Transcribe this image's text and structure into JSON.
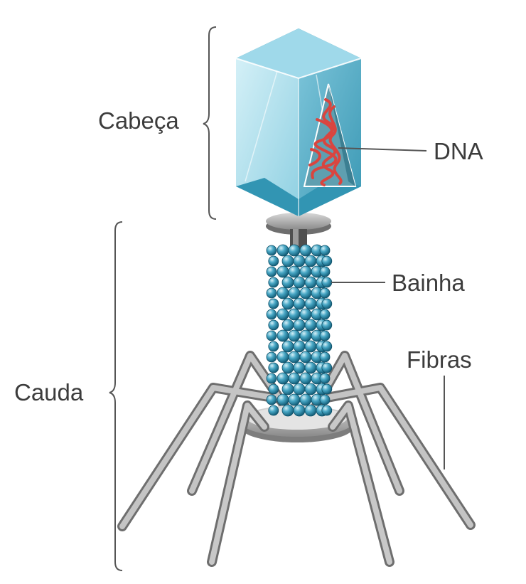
{
  "labels": {
    "head": "Cabeça",
    "dna": "DNA",
    "sheath": "Bainha",
    "fibers": "Fibras",
    "tail": "Cauda"
  },
  "colors": {
    "capsid_light": "#bfe6f0",
    "capsid_mid": "#7fc7dc",
    "capsid_dark": "#3f9db8",
    "dna": "#d9453f",
    "sheath_bead": "#1f7f9f",
    "collar": "#8c8c8c",
    "fiber": "#9a9a9a",
    "label_text": "#3c3c3c",
    "line": "#555555"
  }
}
